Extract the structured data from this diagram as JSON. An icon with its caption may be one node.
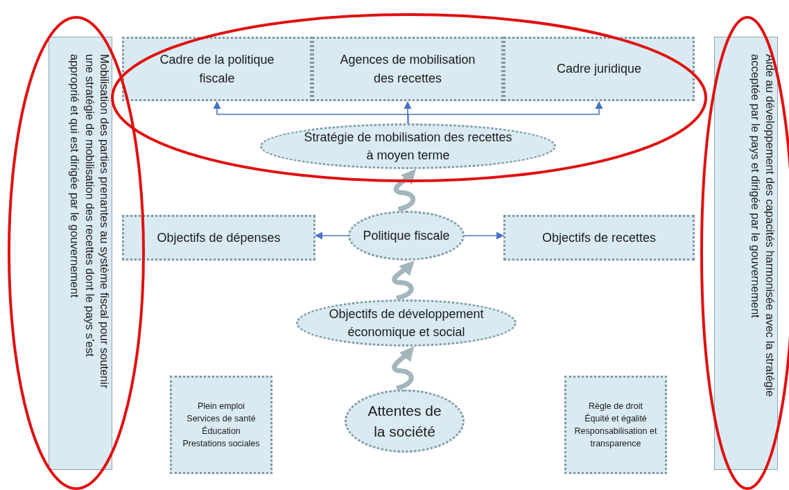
{
  "diagram": {
    "nodes": [
      {
        "text": [
          "Mobilisation des parties prenantes au système fiscal pour soutenir une stratégie de mobilisation des recettes dont le pays s’est approprié et qui est dirigée par le gouvernement"
        ]
      },
      {
        "text": [
          "Cadre de la politique fiscale"
        ]
      },
      {
        "text": [
          "Agences de mobilisation des recettes"
        ]
      },
      {
        "text": [
          "Cadre juridique"
        ]
      },
      {
        "text": [
          "Stratégie de mobilisation des recettes à moyen terme"
        ]
      },
      {
        "text": [
          "Objectifs de dépenses"
        ]
      },
      {
        "text": [
          "Politique fiscale"
        ]
      },
      {
        "text": [
          "Objectifs de recettes"
        ]
      },
      {
        "text": [
          "Objectifs de développement économique et social"
        ]
      },
      {
        "text": [
          "Plein emploi",
          "Services de santé",
          "Éducation",
          "Prestations sociales"
        ]
      },
      {
        "text": [
          "Attentes de la société"
        ]
      },
      {
        "text": [
          "Règle de droit",
          "Équité et égalité",
          "Responsabilisation et transparence"
        ]
      },
      {
        "text": [
          "Aide au développement des capacités harmonisée avec la stratégie acceptée par le pays et dirigée par le gouvernement"
        ]
      }
    ],
    "edges": [
      {
        "from": 4,
        "to": 1,
        "arrow": "to"
      },
      {
        "from": 4,
        "to": 2,
        "arrow": "to"
      },
      {
        "from": 4,
        "to": 3,
        "arrow": "to"
      },
      {
        "from": 6,
        "to": 5,
        "arrow": "to"
      },
      {
        "from": 6,
        "to": 7,
        "arrow": "to"
      },
      {
        "from": 6,
        "to": 4,
        "arrow": "to",
        "style": "thick",
        "color": "#a3b5bd"
      },
      {
        "from": 8,
        "to": 6,
        "arrow": "to",
        "style": "thick",
        "color": "#a3b5bd"
      },
      {
        "from": 10,
        "to": 8,
        "arrow": "to",
        "style": "thick",
        "color": "#a3b5bd"
      }
    ]
  }
}
